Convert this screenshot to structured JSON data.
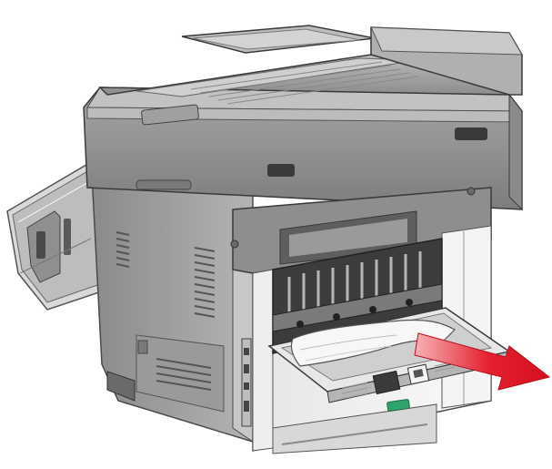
{
  "figure": {
    "kind": "illustration",
    "subject": "multifunction-printer-rear-view",
    "action": "remove-paper-jam-from-rear-door",
    "colors": {
      "body_light": "#cfcfcf",
      "body_mid": "#a9a9a9",
      "body_dark": "#6e6e6e",
      "body_shadow": "#4a4a4a",
      "cabinet_white": "#f2f2f2",
      "fuser_dark": "#3c3c3c",
      "paper": "#f7f7f7",
      "arrow": "#e5202e",
      "latch_green": "#2fa36b"
    },
    "icons": [
      "jammed-paper",
      "pull-direction-arrow",
      "rear-door",
      "side-door",
      "adf-tray"
    ]
  }
}
